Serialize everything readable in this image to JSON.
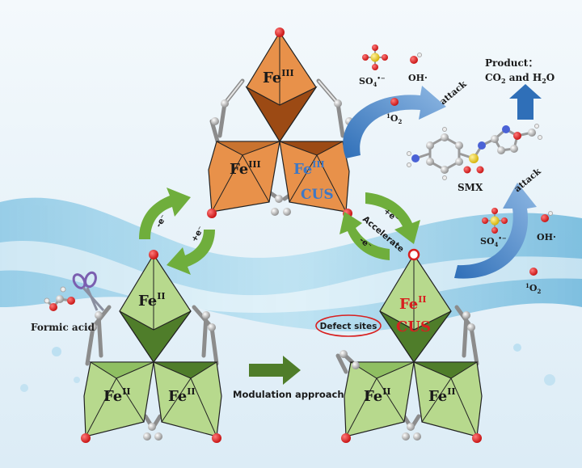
{
  "clusters": {
    "top": {
      "apex_label": "Fe",
      "apex_sup": "III",
      "left_label": "Fe",
      "left_sup": "III",
      "right_label": "Fe",
      "right_sup": "III",
      "cus_label": "CUS"
    },
    "bottom_left": {
      "apex_label": "Fe",
      "apex_sup": "II",
      "left_label": "Fe",
      "left_sup": "II",
      "right_label": "Fe",
      "right_sup": "II"
    },
    "bottom_right": {
      "apex_label": "Fe",
      "apex_sup": "II",
      "cus_label": "CUS",
      "left_label": "Fe",
      "left_sup": "II",
      "right_label": "Fe",
      "right_sup": "II"
    }
  },
  "labels": {
    "product_title": "Product：",
    "product_line_a": "CO",
    "product_line_sub2": "2",
    "product_line_b": " and H",
    "product_line_sub2b": "2",
    "product_line_c": "O",
    "attack_top": "attack",
    "attack_right": "attack",
    "sulfate_top": "SO",
    "sulfate_top_sub": "4",
    "sulfate_top_sup": "•−",
    "hydroxyl_top": "OH·",
    "singlet_top_sup": "1",
    "singlet_top": "O",
    "singlet_top_sub": "2",
    "sulfate_right": "SO",
    "sulfate_right_sub": "4",
    "sulfate_right_sup": "•−",
    "hydroxyl_right": "OH·",
    "singlet_right_sup": "1",
    "singlet_right": "O",
    "singlet_right_sub": "2",
    "smx": "SMX",
    "formic_acid": "Formic acid",
    "defect_sites": "Defect sites",
    "modulation": "Modulation approach",
    "accelerate": "Accelerate",
    "plus_e_right": "+e⁻",
    "minus_e_right": "-e⁻",
    "minus_e_left": "-e⁻",
    "plus_e_left": "+e⁻"
  },
  "colors": {
    "fe3_orange": "#e8914a",
    "fe3_dark": "#9c4a14",
    "fe2_green": "#b7d98d",
    "fe2_dark": "#4f7d2a",
    "arrow_green": "#6fae3c",
    "arrow_blue": "#4a86c8",
    "oxygen_red": "#d81f1f",
    "cus_blue": "#3f78c4",
    "cus_red": "#d81f1f"
  }
}
